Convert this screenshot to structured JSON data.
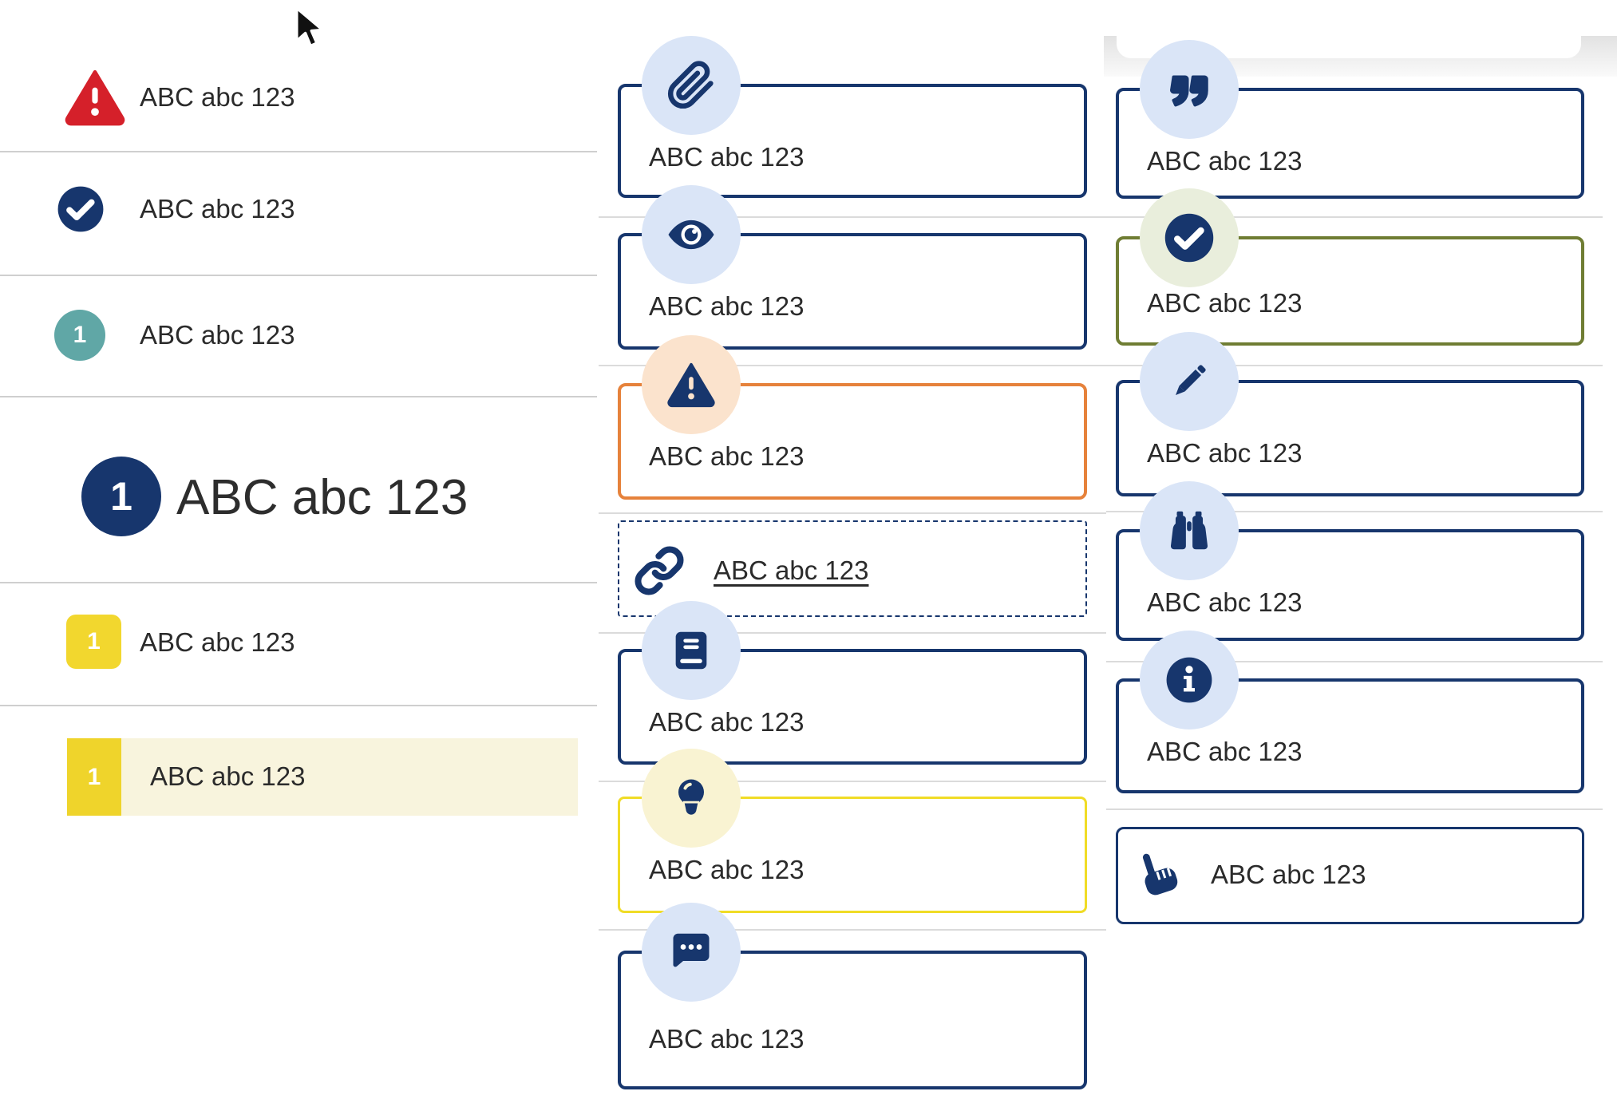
{
  "text_placeholder": "ABC abc 123",
  "colors": {
    "navy": "#17366D",
    "light_blue_circle": "#DAE5F7",
    "red_alert": "#D5202A",
    "teal_badge": "#60A7A6",
    "yellow_badge": "#F2D72E",
    "selected_row_bg": "#F8F4DD",
    "orange_border": "#E6823B",
    "peach_circle": "#FBE3CD",
    "yellow_border": "#F0DC26",
    "pale_yellow_circle": "#F9F3D2",
    "olive_border": "#6F7D33",
    "sage_circle": "#E9EEDC",
    "divider_grey": "#cfcfcf",
    "text": "#2b2b2b"
  },
  "left_list": {
    "items": [
      {
        "icon": "warning-triangle-icon",
        "text": "ABC abc 123"
      },
      {
        "icon": "check-circle-icon",
        "text": "ABC abc 123"
      },
      {
        "icon": "number-badge-teal",
        "badge": "1",
        "text": "ABC abc 123"
      },
      {
        "icon": "number-badge-navy-large",
        "badge": "1",
        "text": "ABC abc 123"
      },
      {
        "icon": "number-badge-yellow",
        "badge": "1",
        "text": "ABC abc 123"
      },
      {
        "icon": "number-badge-yellow-selected",
        "badge": "1",
        "text": "ABC abc 123"
      }
    ]
  },
  "middle_callouts": [
    {
      "icon": "paperclip-icon",
      "text": "ABC abc 123"
    },
    {
      "icon": "eye-icon",
      "text": "ABC abc 123"
    },
    {
      "icon": "warning-triangle-icon",
      "text": "ABC abc 123"
    },
    {
      "icon": "link-icon",
      "text": "ABC abc 123"
    },
    {
      "icon": "book-icon",
      "text": "ABC abc 123"
    },
    {
      "icon": "lightbulb-icon",
      "text": "ABC abc 123"
    },
    {
      "icon": "chat-bubble-icon",
      "text": "ABC abc 123"
    }
  ],
  "right_callouts": [
    {
      "icon": "quote-icon",
      "text": "ABC abc 123"
    },
    {
      "icon": "check-circle-icon",
      "text": "ABC abc 123"
    },
    {
      "icon": "pencil-icon",
      "text": "ABC abc 123"
    },
    {
      "icon": "binoculars-icon",
      "text": "ABC abc 123"
    },
    {
      "icon": "info-icon",
      "text": "ABC abc 123"
    },
    {
      "icon": "hand-pointer-icon",
      "text": "ABC abc 123"
    }
  ]
}
